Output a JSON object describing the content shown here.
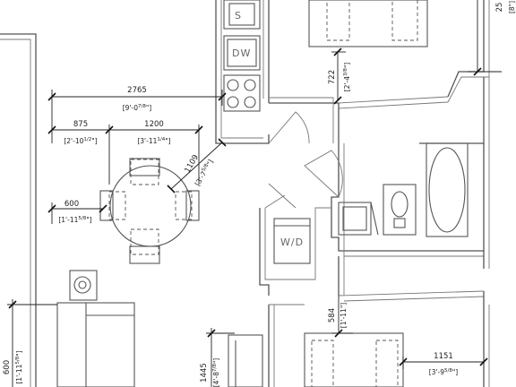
{
  "labels": {
    "sink": "S",
    "dishwasher": "DW",
    "washer_dryer": "W/D"
  },
  "dimensions": {
    "d2765": {
      "metric": "2765",
      "imperial": "[9'-0",
      "frac": "7/8",
      "close": "\"]"
    },
    "d875": {
      "metric": "875",
      "imperial": "[2'-10",
      "frac": "1/2",
      "close": "\"]"
    },
    "d1200": {
      "metric": "1200",
      "imperial": "[3'-11",
      "frac": "1/4",
      "close": "\"]"
    },
    "d1109": {
      "metric": "1109",
      "imperial": "[3'-7",
      "frac": "5/8",
      "close": "\"]"
    },
    "d600a": {
      "metric": "600",
      "imperial": "[1'-11",
      "frac": "5/8",
      "close": "\"]"
    },
    "d722": {
      "metric": "722",
      "imperial": "[2'-4",
      "frac": "3/8",
      "close": "\"]"
    },
    "d584": {
      "metric": "584",
      "imperial": "[1'-11\"]"
    },
    "d1151": {
      "metric": "1151",
      "imperial": "[3'-9",
      "frac": "5/8",
      "close": "\"]"
    },
    "d600b": {
      "metric": "600",
      "imperial": "[1'-11",
      "frac": "5/8",
      "close": "\"]"
    },
    "d1445": {
      "metric": "1445",
      "imperial": "[4'-8",
      "frac": "7/8",
      "close": "\"]"
    },
    "d25": {
      "metric": "25",
      "imperial": "[8\"]"
    }
  }
}
